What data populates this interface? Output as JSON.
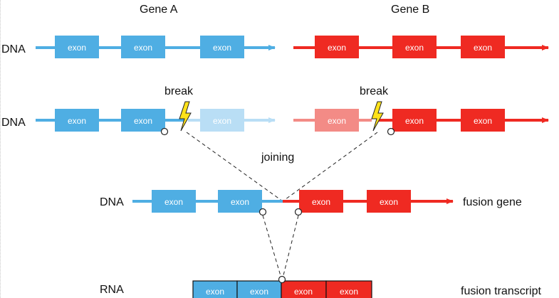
{
  "headings": {
    "gene_a": "Gene A",
    "gene_b": "Gene B"
  },
  "row_labels": {
    "dna": "DNA",
    "rna": "RNA"
  },
  "break_label": "break",
  "joining_label": "joining",
  "exon_label": "exon",
  "fusion_gene_label": "fusion gene",
  "fusion_transcript_label": "fusion transcript",
  "colors": {
    "gene_a": "#4faee3",
    "gene_a_faded": "#b9def5",
    "gene_b": "#ef2a22",
    "gene_b_faded": "#f38b86",
    "lightning": "#ffe21a"
  }
}
